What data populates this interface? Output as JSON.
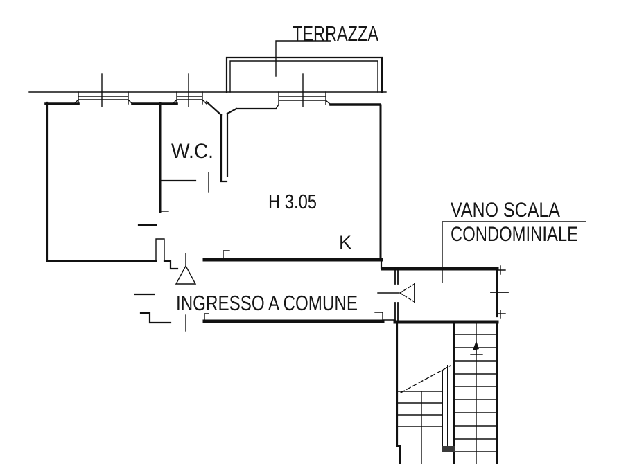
{
  "drawing": {
    "type": "floor-plan",
    "labels": {
      "terrace": "TERRAZZA",
      "wc": "W.C.",
      "ceiling_height": "H 3.05",
      "kitchen": "K",
      "stairwell_line1": "VANO SCALA",
      "stairwell_line2": "CONDOMINIALE",
      "entrance": "INGRESSO A COMUNE"
    },
    "colors": {
      "line": "#111111",
      "background": "#ffffff",
      "stair_newel_fill": "#3a3a3a"
    }
  }
}
